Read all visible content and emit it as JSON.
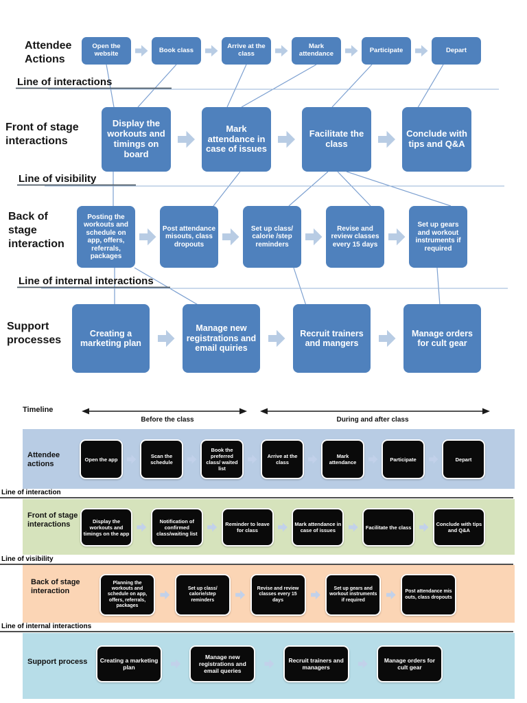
{
  "top_diagram": {
    "rows": [
      {
        "label": "Attendee Actions",
        "boxes": [
          "Open the website",
          "Book class",
          "Arrive at the class",
          "Mark attendance",
          "Participate",
          "Depart"
        ]
      },
      {
        "label": "Front of stage interactions",
        "boxes": [
          "Display the workouts and timings on board",
          "Mark attendance in case of issues",
          "Facilitate the class",
          "Conclude with tips and Q&A"
        ]
      },
      {
        "label": "Back of stage interaction",
        "boxes": [
          "Posting the workouts and schedule on app, offers, referrals, packages",
          "Post attendance misouts, class dropouts",
          "Set up class/ calorie /step reminders",
          "Revise and review classes every 15 days",
          "Set up gears and workout instruments if required"
        ]
      },
      {
        "label": "Support processes",
        "boxes": [
          "Creating a marketing plan",
          "Manage new registrations and email quiries",
          "Recruit trainers and mangers",
          "Manage orders for cult gear"
        ]
      }
    ],
    "lines": [
      "Line of interactions",
      "Line of visibility",
      "Line of internal interactions"
    ]
  },
  "bottom_diagram": {
    "timeline": {
      "label": "Timeline",
      "phase_before": "Before the class",
      "phase_during": "During and after class"
    },
    "bands": [
      {
        "label": "Attendee actions",
        "color": "#b8cce4",
        "boxes": [
          "Open the app",
          "Scan the schedule",
          "Book the preferred class/ waited list",
          "Arrive at the class",
          "Mark attendance",
          "Participate",
          "Depart"
        ]
      },
      {
        "label": "Front of stage interactions",
        "color": "#d6e3bc",
        "boxes": [
          "Display the workouts and timings on the app",
          "Notification of confirmed class/waiting list",
          "Reminder to leave for class",
          "Mark attendance in case of issues",
          "Facilitate the class",
          "Conclude with tips and Q&A"
        ]
      },
      {
        "label": "Back of stage interaction",
        "color": "#fbd5b5",
        "boxes": [
          "Planning the workouts and schedule on app, offers, referrals, packages",
          "Set up class/ calorie/step reminders",
          "Revise and review classes every 15 days",
          "Set up gears and workout instruments if required",
          "Post attendance mis outs, class dropouts"
        ]
      },
      {
        "label": "Support process",
        "color": "#b7dde8",
        "boxes": [
          "Creating a marketing plan",
          "Manage new registrations and email queries",
          "Recruit trainers and managers",
          "Manage orders for cult gear"
        ]
      }
    ],
    "lines": [
      "Line of interaction",
      "Line of visibility",
      "Line of internal interactions"
    ]
  },
  "colors": {
    "process_box_blue": "#4f81bd",
    "flow_arrow_blue": "#b8cce4",
    "connector_line_blue": "#7b9fd0",
    "black_box": "#0a0a0a",
    "band_attendee": "#b8cce4",
    "band_front_of_stage": "#d6e3bc",
    "band_back_of_stage": "#fbd5b5",
    "band_support": "#b7dde8"
  }
}
